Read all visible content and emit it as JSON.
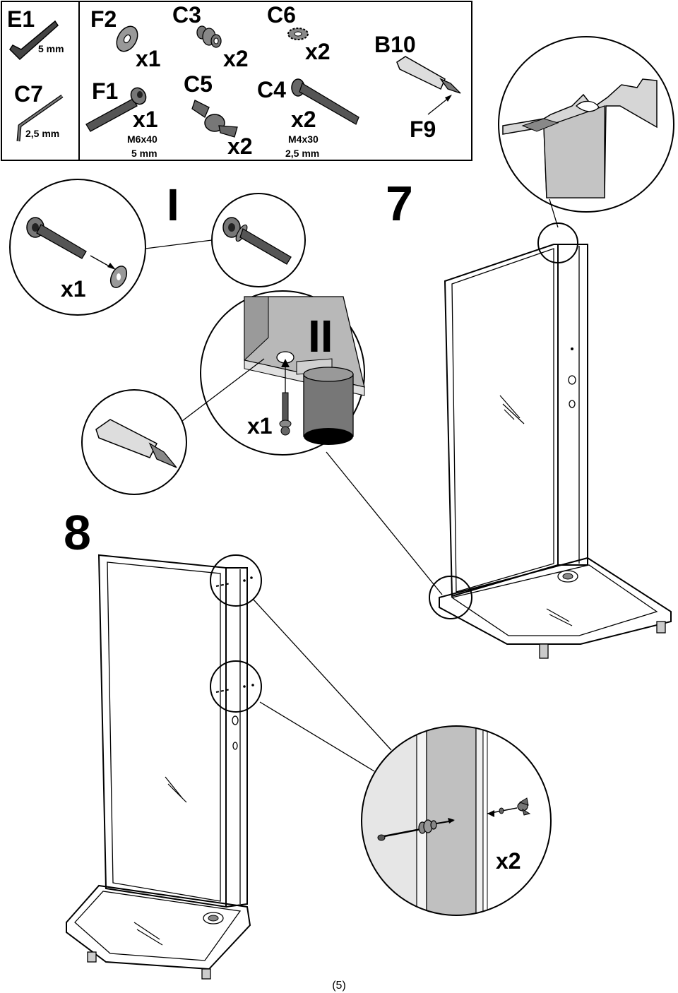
{
  "parts": {
    "e1": {
      "code": "E1",
      "size": "5 mm"
    },
    "c7": {
      "code": "C7",
      "size": "2,5 mm"
    },
    "f2": {
      "code": "F2",
      "qty": "x1"
    },
    "c3": {
      "code": "C3",
      "qty": "x2"
    },
    "c6": {
      "code": "C6",
      "qty": "x2"
    },
    "b10": {
      "code": "B10"
    },
    "f1": {
      "code": "F1",
      "qty": "x1",
      "spec": "M6x40",
      "tool": "5 mm"
    },
    "c5": {
      "code": "C5",
      "qty": "x2"
    },
    "c4": {
      "code": "C4",
      "qty": "x2",
      "spec": "M4x30",
      "tool": "2,5 mm"
    },
    "f9": {
      "code": "F9"
    }
  },
  "steps": {
    "step7": "7",
    "step8": "8",
    "detail_i": "I",
    "detail_ii": "II",
    "detail_i_qty": "x1",
    "detail_ii_qty": "x1",
    "detail_8_qty": "x2"
  },
  "page": {
    "number": "(5)"
  }
}
